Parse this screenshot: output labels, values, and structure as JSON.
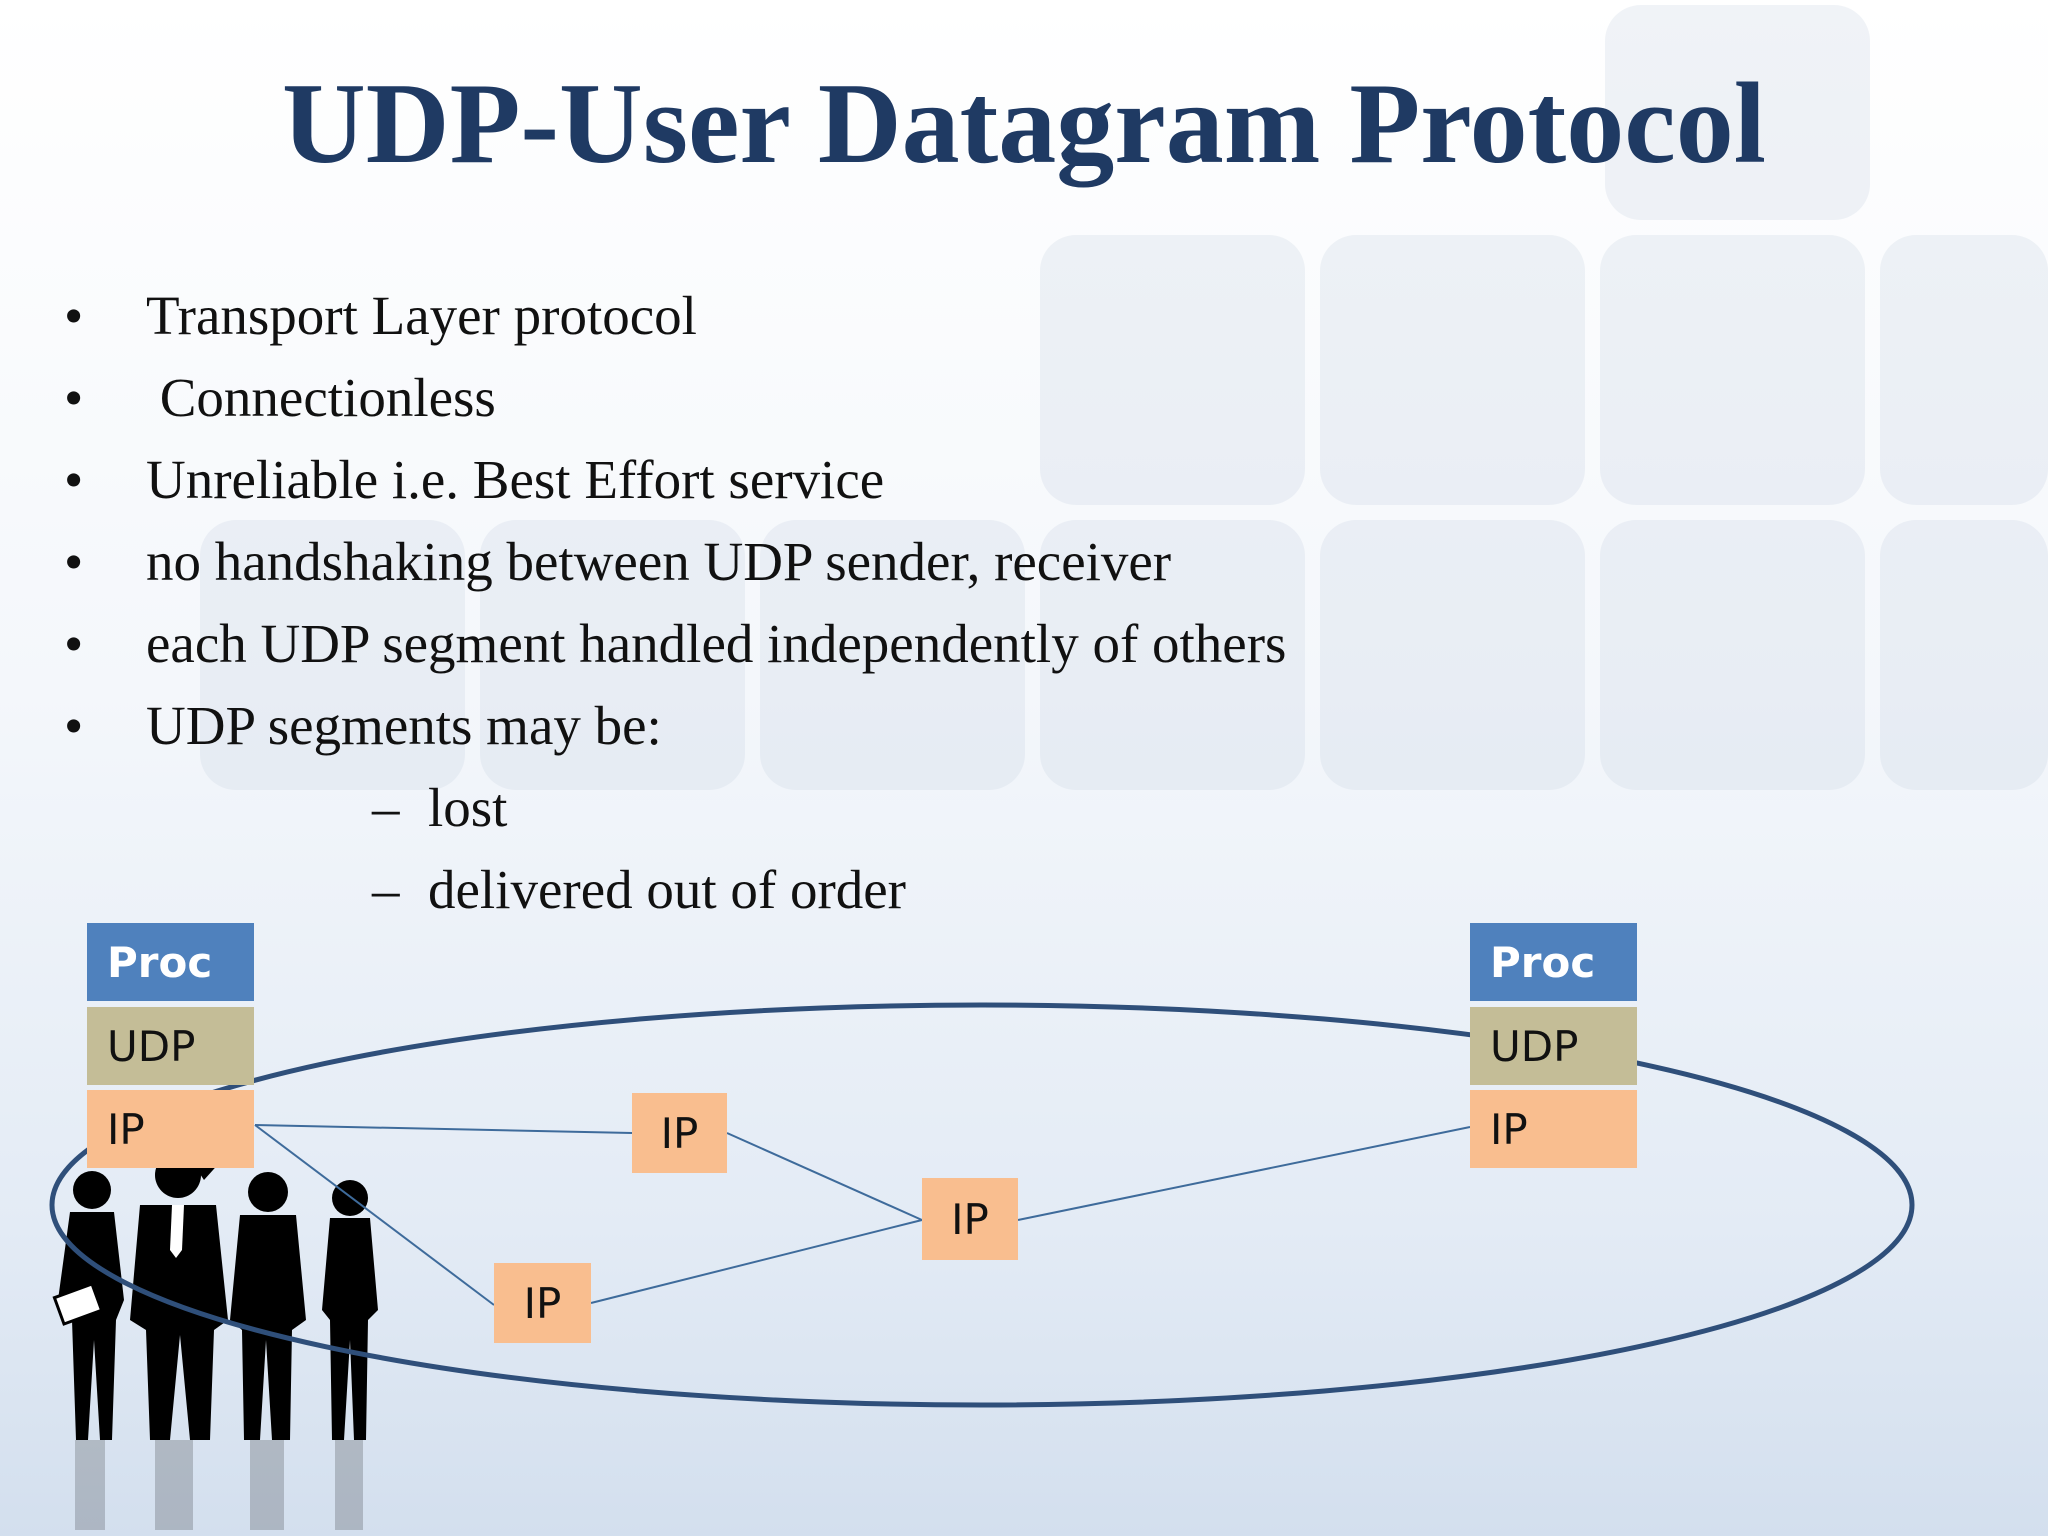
{
  "title": "UDP-User Datagram Protocol",
  "bullets": [
    "Transport Layer protocol",
    " Connectionless",
    "Unreliable i.e. Best Effort service",
    "no handshaking between UDP sender, receiver",
    "each UDP segment handled independently of others",
    "UDP segments may be:"
  ],
  "bullet_marker": "•",
  "sub_bullet_marker": "–",
  "sub_bullets": [
    "lost",
    "delivered out of order"
  ],
  "diagram": {
    "left_stack": {
      "proc": "Proc",
      "udp": "UDP",
      "ip": "IP"
    },
    "right_stack": {
      "proc": "Proc",
      "udp": "UDP",
      "ip": "IP"
    },
    "routers": [
      "IP",
      "IP",
      "IP"
    ]
  },
  "colors": {
    "title": "#1f3a63",
    "proc": "#4f81bd",
    "udp": "#c4bd97",
    "ip": "#f9be8f",
    "network_line": "#2f4f7a"
  }
}
